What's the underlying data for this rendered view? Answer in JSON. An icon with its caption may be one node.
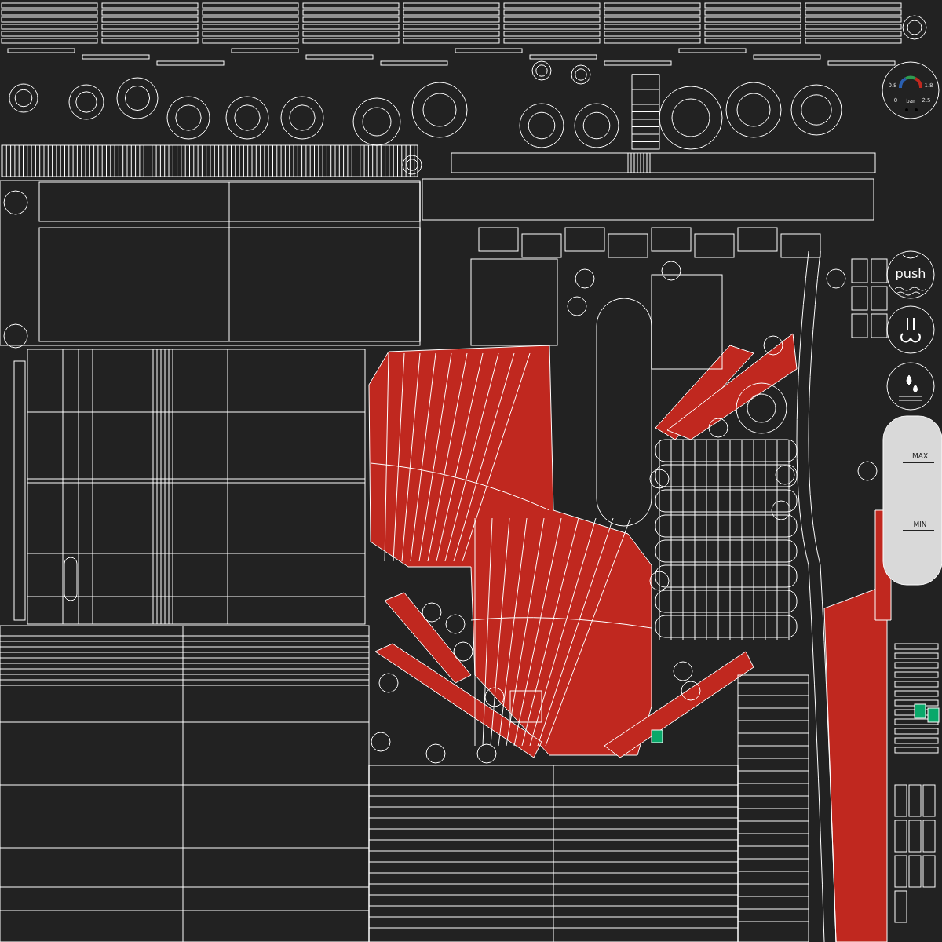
{
  "diagram": {
    "labels": [
      "0.8",
      "1.8",
      "0",
      "bar",
      "2.5",
      "push",
      "MAX",
      "MIN"
    ]
  }
}
